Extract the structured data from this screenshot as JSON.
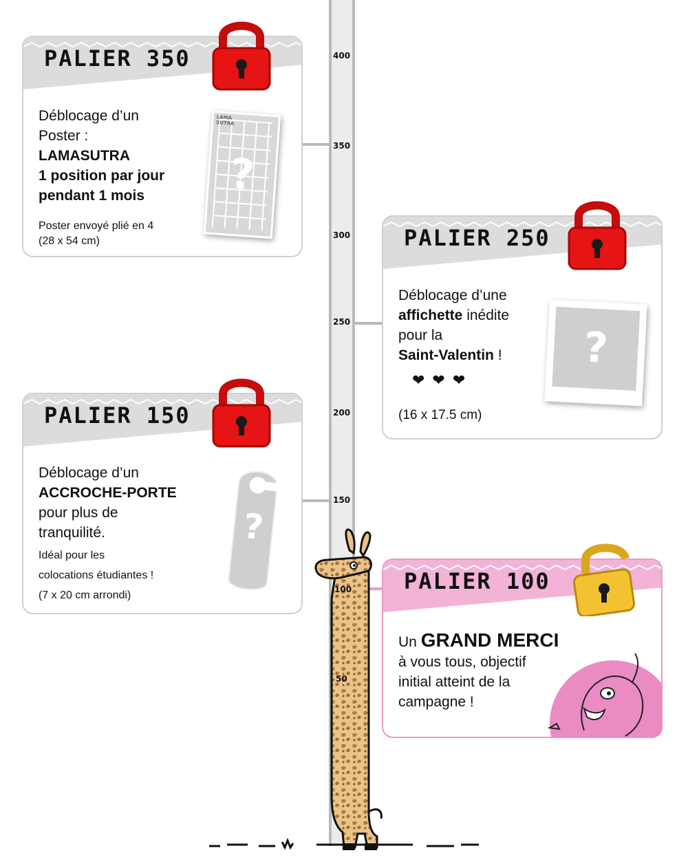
{
  "scale": {
    "ticks": [
      "400",
      "350",
      "300",
      "250",
      "200",
      "150",
      "100",
      "50"
    ]
  },
  "colors": {
    "locked": "#e61414",
    "unlocked": "#f2c230",
    "band_grey": "#dcdcdc",
    "band_pink": "#f3b3d6",
    "border_pink": "#e89cc6"
  },
  "tiers": [
    {
      "title": "PALIER 350",
      "status_icon": "padlock-locked-icon",
      "line1": "Déblocage d’un",
      "line2": "Poster :",
      "line3": "LAMASUTRA",
      "line4": "1 position par jour",
      "line5": "pendant 1 mois",
      "note1": "Poster envoyé plié en 4",
      "note2": "(28 x 54 cm)",
      "image_label": "LAMA SUTRA",
      "mystery": "?"
    },
    {
      "title": "PALIER 250",
      "status_icon": "padlock-locked-icon",
      "line1": "Déblocage d’une",
      "line2a": "affichette",
      "line2b": " inédite",
      "line3": "pour la",
      "line4a": "Saint-Valentin",
      "line4b": " !",
      "hearts": "❤ ❤ ❤",
      "note1": "(16 x 17.5 cm)",
      "mystery": "?"
    },
    {
      "title": "PALIER 150",
      "status_icon": "padlock-locked-icon",
      "line1": "Déblocage d’un",
      "line2": "ACCROCHE-PORTE",
      "line3": "pour plus de",
      "line4": "tranquilité.",
      "note1": "Idéal pour les",
      "note2": "colocations étudiantes !",
      "note3": "(7 x 20 cm arrondi)",
      "mystery": "?"
    },
    {
      "title": "PALIER 100",
      "status_icon": "padlock-unlocked-icon",
      "line1a": "Un ",
      "line1b": "GRAND MERCI",
      "line2": "à vous tous, objectif",
      "line3": "initial atteint de la",
      "line4": "campagne !"
    }
  ]
}
